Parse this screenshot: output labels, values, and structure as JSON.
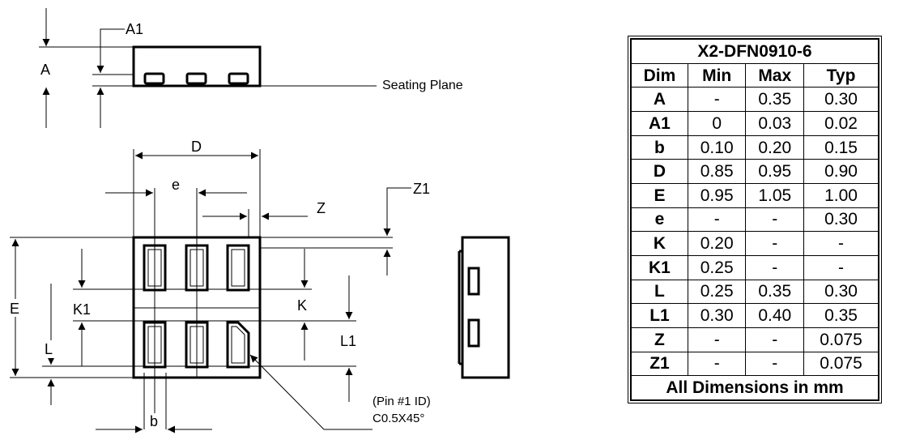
{
  "labels": {
    "A": "A",
    "A1": "A1",
    "seating_plane": "Seating Plane",
    "D": "D",
    "e": "e",
    "Z": "Z",
    "Z1": "Z1",
    "E": "E",
    "K1": "K1",
    "L": "L",
    "K": "K",
    "L1": "L1",
    "b": "b",
    "pin_id": "(Pin #1 ID)",
    "chamfer": "C0.5X45°"
  },
  "table": {
    "title": "X2-DFN0910-6",
    "headers": [
      "Dim",
      "Min",
      "Max",
      "Typ"
    ],
    "rows": [
      {
        "dim": "A",
        "min": "-",
        "max": "0.35",
        "typ": "0.30"
      },
      {
        "dim": "A1",
        "min": "0",
        "max": "0.03",
        "typ": "0.02"
      },
      {
        "dim": "b",
        "min": "0.10",
        "max": "0.20",
        "typ": "0.15"
      },
      {
        "dim": "D",
        "min": "0.85",
        "max": "0.95",
        "typ": "0.90"
      },
      {
        "dim": "E",
        "min": "0.95",
        "max": "1.05",
        "typ": "1.00"
      },
      {
        "dim": "e",
        "min": "-",
        "max": "-",
        "typ": "0.30"
      },
      {
        "dim": "K",
        "min": "0.20",
        "max": "-",
        "typ": "-"
      },
      {
        "dim": "K1",
        "min": "0.25",
        "max": "-",
        "typ": "-"
      },
      {
        "dim": "L",
        "min": "0.25",
        "max": "0.35",
        "typ": "0.30"
      },
      {
        "dim": "L1",
        "min": "0.30",
        "max": "0.40",
        "typ": "0.35"
      },
      {
        "dim": "Z",
        "min": "-",
        "max": "-",
        "typ": "0.075"
      },
      {
        "dim": "Z1",
        "min": "-",
        "max": "-",
        "typ": "0.075"
      }
    ],
    "footer": "All Dimensions in mm"
  }
}
